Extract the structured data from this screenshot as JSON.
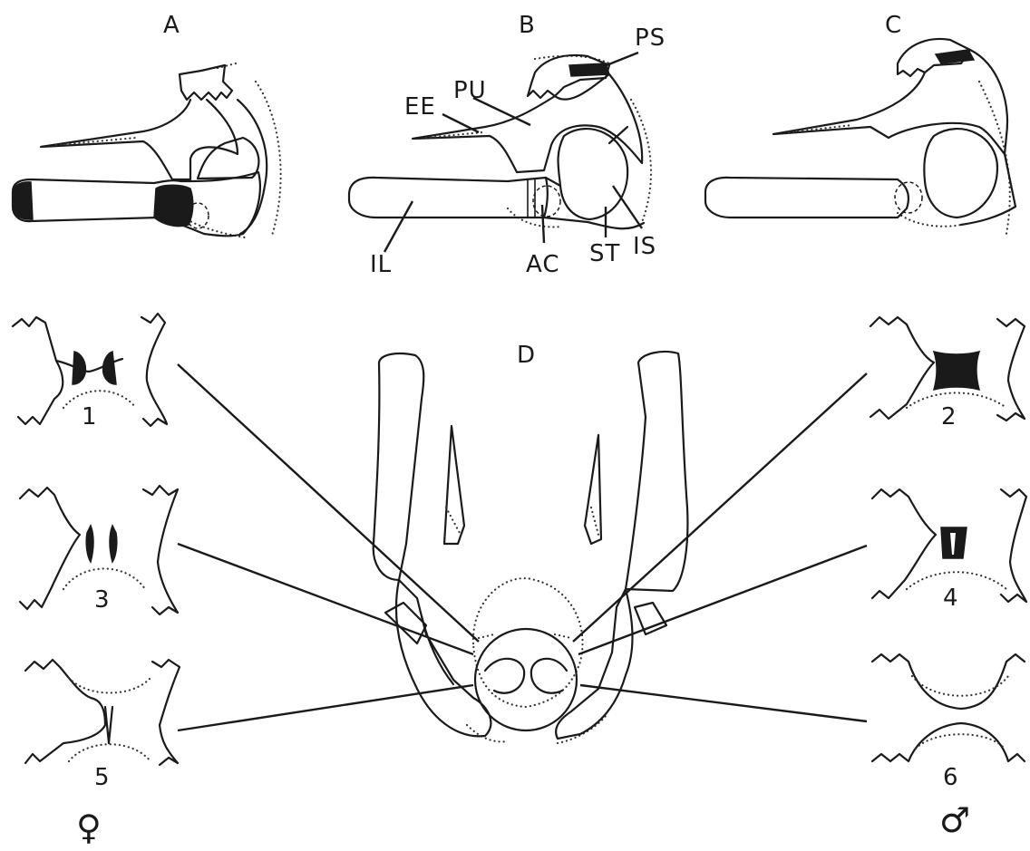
{
  "panels": {
    "a": "A",
    "b": "B",
    "c": "C",
    "d": "D"
  },
  "structure_labels": {
    "ps": "PS",
    "pu": "PU",
    "ee": "EE",
    "il": "IL",
    "ac": "AC",
    "st": "ST",
    "is": "IS"
  },
  "variant_numbers": [
    "1",
    "2",
    "3",
    "4",
    "5",
    "6"
  ],
  "sex_symbols": {
    "female": "♀",
    "male": "♂"
  }
}
